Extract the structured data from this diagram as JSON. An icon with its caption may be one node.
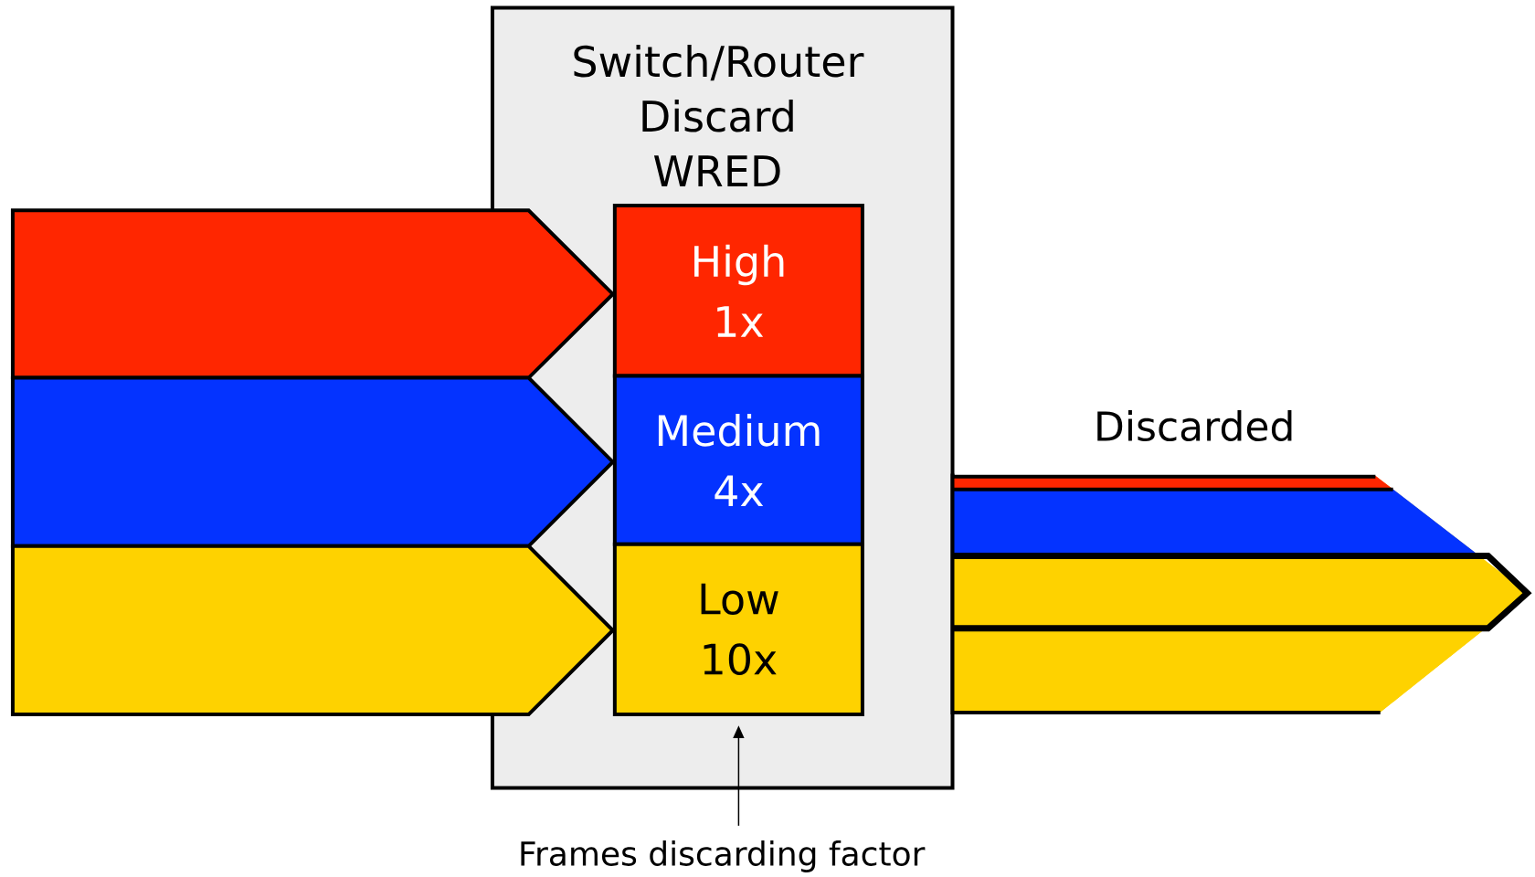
{
  "diagram": {
    "nodes": [
      {
        "text": [
          "Switch/Router Discard WRED"
        ]
      },
      {
        "text": [
          "High",
          "1x"
        ],
        "in": 0
      },
      {
        "text": [
          "Medium",
          "4x"
        ],
        "in": 0
      },
      {
        "text": [
          "Low",
          "10x"
        ],
        "in": 0
      },
      {
        "text": [],
        "shape": "arrow"
      },
      {
        "text": [],
        "shape": "arrow"
      },
      {
        "text": [],
        "shape": "arrow"
      },
      {
        "text": [],
        "shape": "arrow",
        "beside": [
          "Discarded"
        ]
      },
      {
        "text": [
          "Frames discarding factor"
        ]
      }
    ],
    "edges": [
      {
        "from": 8,
        "to": 3,
        "arrow": "to"
      }
    ]
  }
}
